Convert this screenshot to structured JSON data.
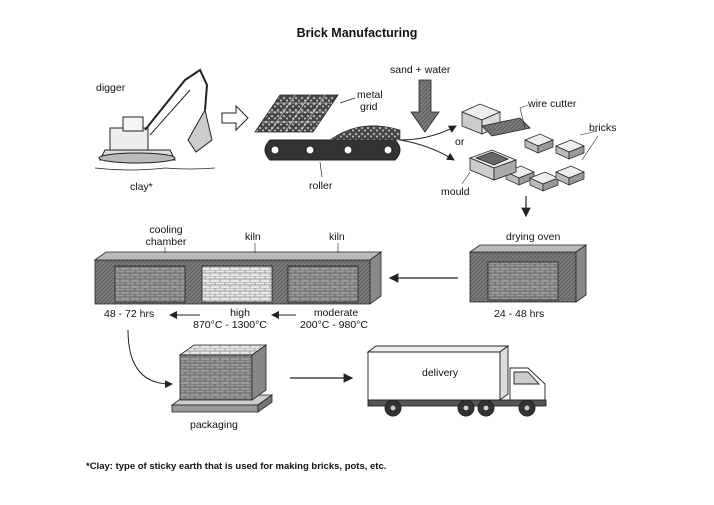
{
  "title": "Brick Manufacturing",
  "labels": {
    "digger": "digger",
    "clay": "clay*",
    "metal_grid_1": "metal",
    "metal_grid_2": "grid",
    "roller": "roller",
    "sand_water": "sand + water",
    "wire_cutter": "wire cutter",
    "or": "or",
    "bricks": "bricks",
    "mould": "mould",
    "drying_oven": "drying oven",
    "drying_time": "24 - 48 hrs",
    "cooling_1": "cooling",
    "cooling_2": "chamber",
    "kiln_high": "kiln",
    "kiln_moderate": "kiln",
    "cooling_time": "48 - 72 hrs",
    "high": "high",
    "high_temp": "870°C - 1300°C",
    "moderate": "moderate",
    "moderate_temp": "200°C - 980°C",
    "packaging": "packaging",
    "delivery": "delivery"
  },
  "footnote": "*Clay: type of sticky earth that is used for making bricks, pots, etc."
}
